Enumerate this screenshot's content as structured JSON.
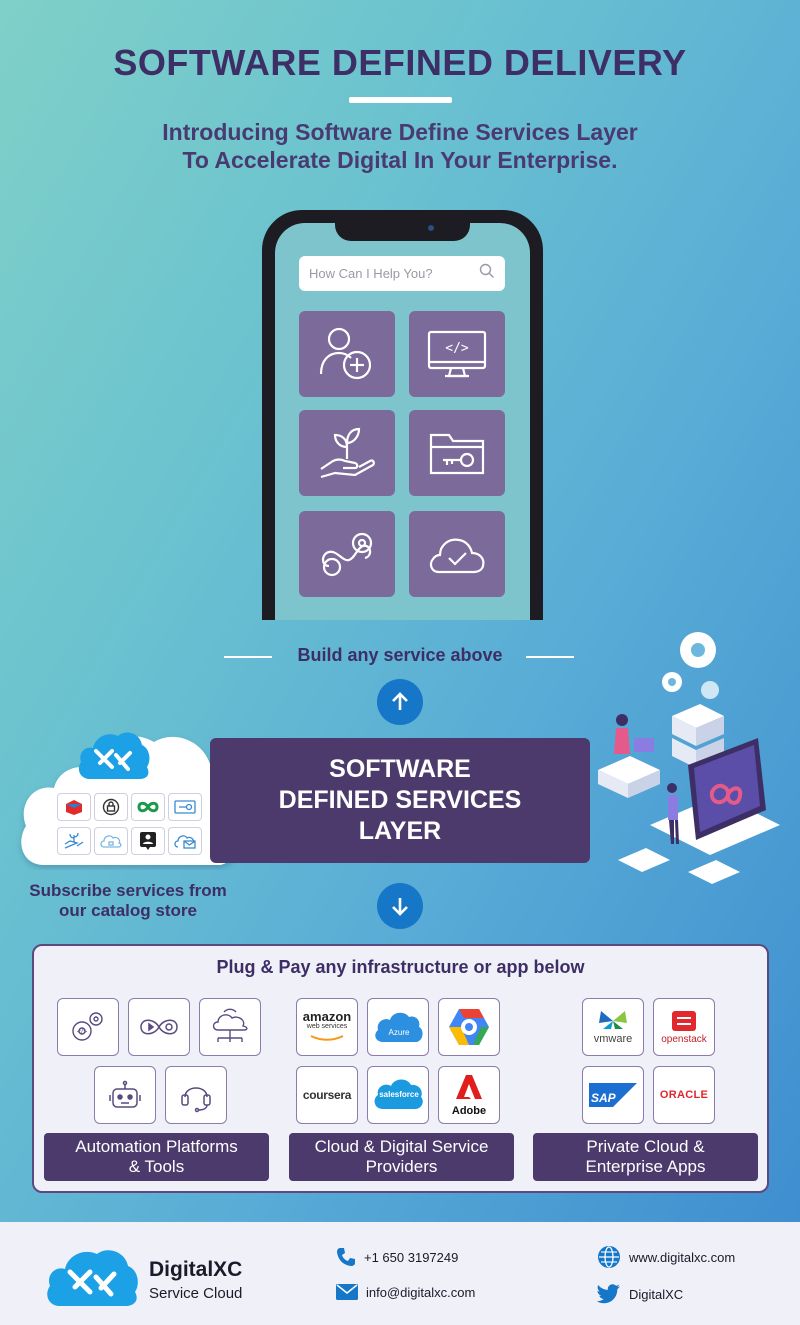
{
  "header": {
    "title": "SOFTWARE DEFINED DELIVERY",
    "subtitle_line1": "Introducing Software Define Services Layer",
    "subtitle_line2": "To Accelerate Digital In Your Enterprise."
  },
  "phone": {
    "search_placeholder": "How Can I Help You?",
    "tiles": [
      "add-user-icon",
      "code-monitor-icon",
      "plant-hand-icon",
      "key-folder-icon",
      "devops-loop-icon",
      "cloud-check-icon"
    ]
  },
  "build_text": "Build any service above",
  "sds": {
    "line1": "SOFTWARE",
    "line2": "DEFINED SERVICES",
    "line3": "LAYER"
  },
  "subscribe": {
    "line1": "Subscribe services from",
    "line2": "our catalog store"
  },
  "panel": {
    "title": "Plug & Pay any infrastructure or app below",
    "categories": [
      {
        "line1": "Automation Platforms",
        "line2": "& Tools"
      },
      {
        "line1": "Cloud & Digital Service",
        "line2": "Providers"
      },
      {
        "line1": "Private Cloud &",
        "line2": "Enterprise Apps"
      }
    ],
    "logos": {
      "amazon": "amazon",
      "amazon_sub": "web services",
      "azure": "Azure",
      "coursera": "coursera",
      "salesforce": "salesforce",
      "adobe": "Adobe",
      "vmware": "vmware",
      "openstack": "openstack",
      "sap": "SAP",
      "oracle": "ORACLE"
    }
  },
  "footer": {
    "brand_name": "DigitalXC",
    "brand_sub": "Service Cloud",
    "phone": "+1 650 3197249",
    "email": "info@digitalxc.com",
    "website": "www.digitalxc.com",
    "twitter": "DigitalXC"
  },
  "colors": {
    "primary_purple": "#4c3a6c",
    "title_purple": "#3d2f66",
    "accent_blue": "#1676c8",
    "tile_purple": "#7b6a9a"
  }
}
